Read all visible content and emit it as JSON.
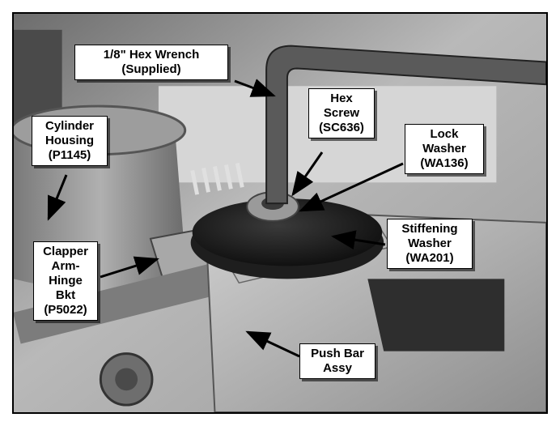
{
  "labels": {
    "hex_wrench": [
      "1/8\" Hex Wrench",
      "(Supplied)"
    ],
    "hex_screw": [
      "Hex",
      "Screw",
      "(SC636)"
    ],
    "lock_washer": [
      "Lock",
      "Washer",
      "(WA136)"
    ],
    "cylinder_housing": [
      "Cylinder",
      "Housing",
      "(P1145)"
    ],
    "stiffening_washer": [
      "Stiffening",
      "Washer",
      "(WA201)"
    ],
    "clapper_bracket": [
      "Clapper",
      "Arm-",
      "Hinge",
      "Bkt",
      "(P5022)"
    ],
    "push_bar": [
      "Push Bar",
      "Assy"
    ]
  },
  "colors": {
    "frame": "#000000",
    "callout_bg": "#ffffff",
    "photo_dark": "#2b2b2b",
    "photo_mid": "#8c8c8c",
    "photo_light": "#d9d9d9"
  }
}
